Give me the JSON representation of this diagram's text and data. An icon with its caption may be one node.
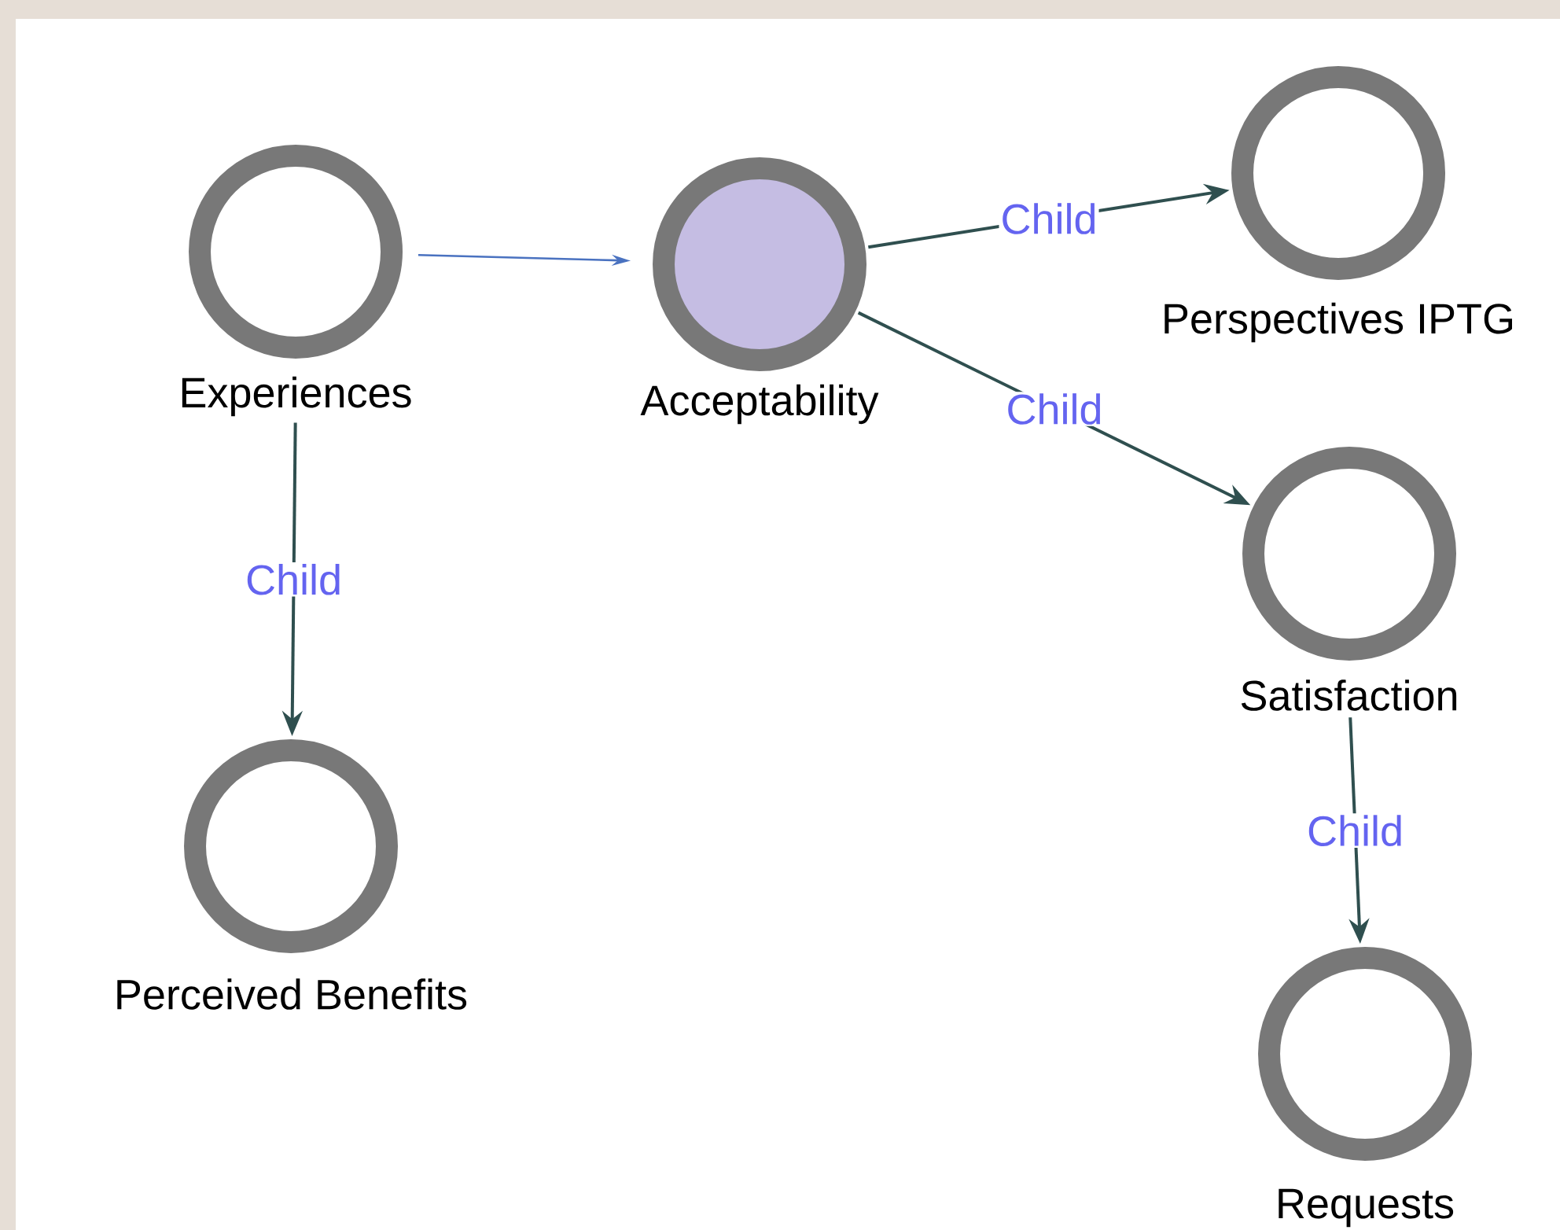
{
  "diagram": {
    "nodes": [
      {
        "text": [
          "Experiences"
        ]
      },
      {
        "text": [
          "Acceptability"
        ]
      },
      {
        "text": [
          "Perspectives IPTG"
        ]
      },
      {
        "text": [
          "Satisfaction"
        ]
      },
      {
        "text": [
          "Perceived Benefits"
        ]
      },
      {
        "text": [
          "Requests"
        ]
      }
    ],
    "edges": [
      {
        "from": 0,
        "to": 1,
        "arrow": "to",
        "color": "#4a72c0"
      },
      {
        "from": 1,
        "to": 2,
        "arrow": "to",
        "label": "Child"
      },
      {
        "from": 1,
        "to": 3,
        "arrow": "to",
        "label": "Child"
      },
      {
        "from": 0,
        "to": 4,
        "arrow": "to",
        "label": "Child"
      },
      {
        "from": 3,
        "to": 5,
        "arrow": "to",
        "label": "Child"
      }
    ]
  }
}
